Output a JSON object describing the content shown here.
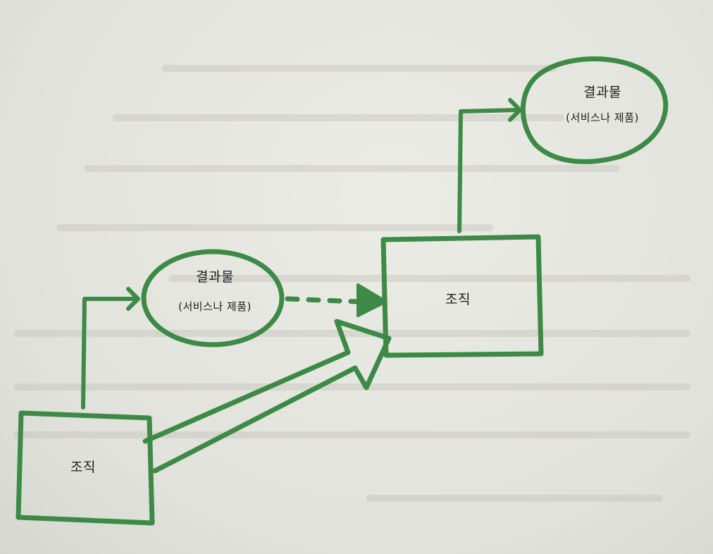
{
  "diagram": {
    "org_left": "조직",
    "org_right": "조직",
    "result_left_title": "결과물",
    "result_left_sub": "(서비스나 제품)",
    "result_right_title": "결과물",
    "result_right_sub": "(서비스나 제품)"
  },
  "colors": {
    "ink": "#3d8a46",
    "paper": "#e7e7e1",
    "text": "#1d1d1d"
  }
}
